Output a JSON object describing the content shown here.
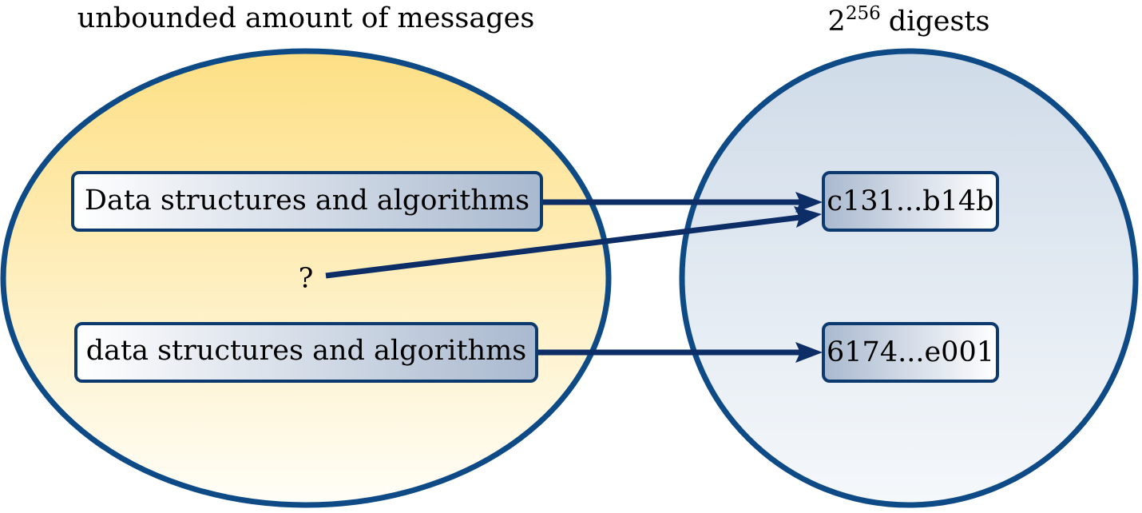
{
  "left_set": {
    "title": "unbounded amount of messages",
    "fill_top": "#fddf84",
    "fill_bottom": "#fffef8",
    "stroke": "#0d4a86"
  },
  "right_set": {
    "title_base": "2",
    "title_exponent": "256",
    "title_suffix": "digests",
    "fill_top": "#cfdbe8",
    "fill_bottom": "#f5f8fb",
    "stroke": "#0d4a86"
  },
  "messages": [
    {
      "id": "msg-1",
      "label": "Data structures and algorithms"
    },
    {
      "id": "msg-2",
      "label": "data structures and algorithms"
    }
  ],
  "unknown_message": {
    "label": "?"
  },
  "digests": [
    {
      "id": "digest-1",
      "label": "c131...b14b"
    },
    {
      "id": "digest-2",
      "label": "6174...e001"
    }
  ],
  "mappings": [
    {
      "from": "msg-1",
      "to": "digest-1"
    },
    {
      "from": "unknown",
      "to": "digest-1"
    },
    {
      "from": "msg-2",
      "to": "digest-2"
    }
  ],
  "colors": {
    "arrow": "#0d2d66",
    "box_border": "#0d3a6e",
    "box_light": "#ffffff",
    "box_dark": "#a9b9cf"
  }
}
